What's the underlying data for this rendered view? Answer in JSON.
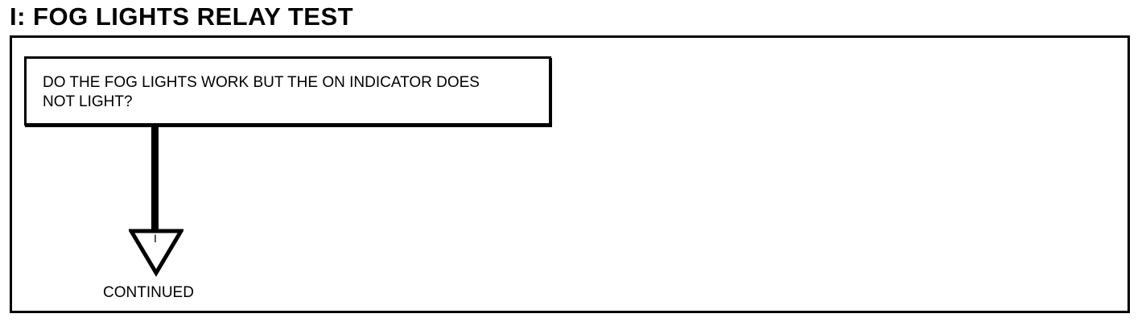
{
  "title": "I: FOG LIGHTS RELAY TEST",
  "question": "DO THE FOG LIGHTS WORK BUT THE ON INDICATOR DOES NOT LIGHT?",
  "connector": {
    "label": "I",
    "caption": "CONTINUED"
  }
}
